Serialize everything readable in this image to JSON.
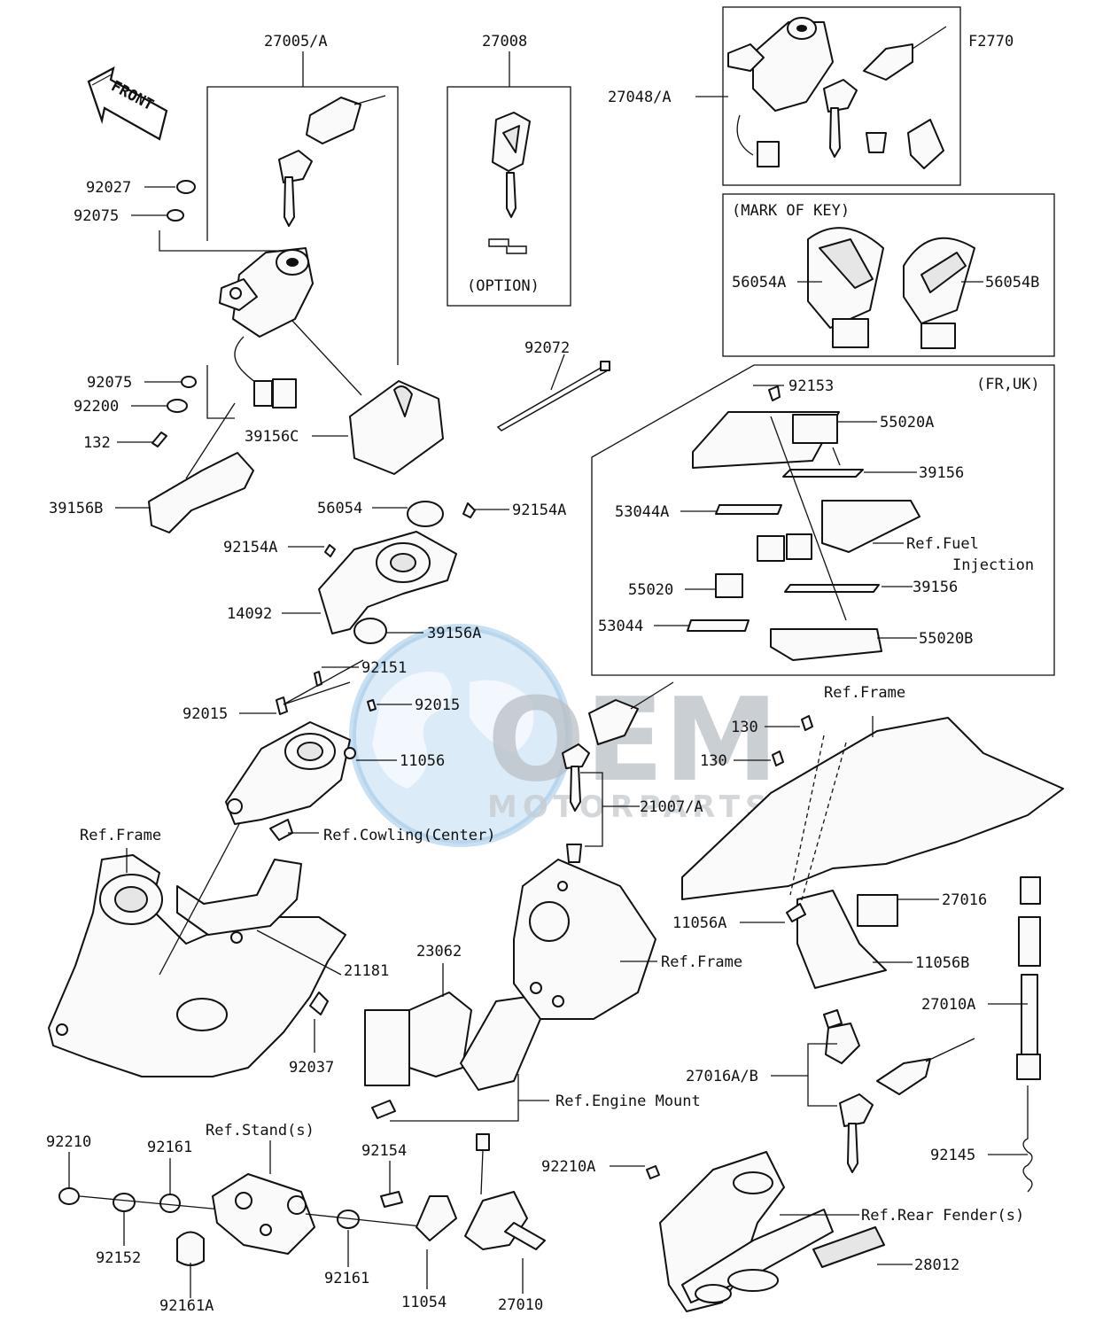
{
  "labels": {
    "l27005A": "27005/A",
    "l27008": "27008",
    "l27048A": "27048/A",
    "lF2770": "F2770",
    "lMarkOfKey": "(MARK OF KEY)",
    "l56054A": "56054A",
    "l56054B": "56054B",
    "lOption": "(OPTION)",
    "l92027": "92027",
    "l92075a": "92075",
    "l92075b": "92075",
    "l92200": "92200",
    "l132": "132",
    "l39156C": "39156C",
    "l39156B": "39156B",
    "l92072": "92072",
    "l92153": "92153",
    "lFRUK": "(FR,UK)",
    "l55020A": "55020A",
    "l39156a": "39156",
    "l53044A": "53044A",
    "lRefFuel": "Ref.Fuel",
    "lInjection": "Injection",
    "l55020": "55020",
    "l39156b": "39156",
    "l53044": "53044",
    "l55020B": "55020B",
    "l56054": "56054",
    "l92154Aa": "92154A",
    "l92154Ab": "92154A",
    "l14092": "14092",
    "l39156A": "39156A",
    "l92151": "92151",
    "l92015a": "92015",
    "l92015b": "92015",
    "l11056": "11056",
    "lRefFrame1": "Ref.Frame",
    "l130a": "130",
    "l130b": "130",
    "l21007A": "21007/A",
    "lRefFrame2": "Ref.Frame",
    "lRefCowling": "Ref.Cowling(Center)",
    "l27016": "27016",
    "l11056A": "11056A",
    "l11056B": "11056B",
    "l21181": "21181",
    "l23062": "23062",
    "lRefFrame3": "Ref.Frame",
    "l92037": "92037",
    "l27010A": "27010A",
    "l27016AB": "27016A/B",
    "lRefEngine": "Ref.Engine Mount",
    "l92210": "92210",
    "l92161a": "92161",
    "lRefStand": "Ref.Stand(s)",
    "l92154": "92154",
    "l92210A": "92210A",
    "l92145": "92145",
    "lRefRear": "Ref.Rear Fender(s)",
    "l92152": "92152",
    "l92161b": "92161",
    "l11054": "11054",
    "l27010": "27010",
    "l28012": "28012",
    "l92161A": "92161A"
  },
  "front_arrow": {
    "text": "FRONT"
  },
  "watermark": {
    "brand": "OEM",
    "sub": "MOTORPARTS"
  },
  "colors": {
    "ink": "#111111",
    "watermark_blue": "#3a8fd0",
    "watermark_gray": "#9aa3ab"
  }
}
